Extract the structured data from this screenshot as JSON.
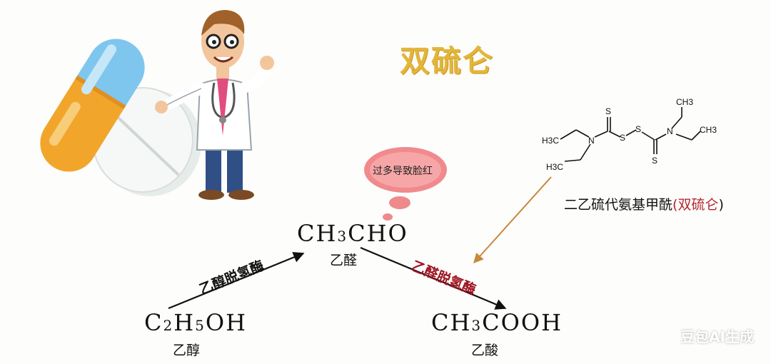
{
  "title": "双硫仑",
  "thought_bubble": "过多导致脸红",
  "compounds": {
    "ethanol": {
      "c": "C",
      "n1": "2",
      "h": "H",
      "n2": "5",
      "tail": "OH",
      "name": "乙醇"
    },
    "acetaldehyde": {
      "head": "CH",
      "n1": "3",
      "tail": "CHO",
      "name": "乙醛"
    },
    "acetic_acid": {
      "head": "CH",
      "n1": "3",
      "tail": "COOH",
      "name": "乙酸"
    }
  },
  "enzymes": {
    "adh": "乙醇脱氢酶",
    "aldh": "乙醛脱氢酶"
  },
  "drug": {
    "name": "二乙硫代氨基甲酰",
    "paren_open": "(",
    "alias": "双硫仑",
    "paren_close": ")"
  },
  "structure_labels": {
    "s_top_left": "S",
    "s_link_1": "S",
    "s_link_2": "S",
    "s_bottom": "S",
    "n_left": "N",
    "n_right": "N",
    "h3c_top": "H3C",
    "h3c_bottom": "H3C",
    "ch3_top": "CH3",
    "ch3_right": "CH3"
  },
  "watermark": "豆包AI生成",
  "colors": {
    "title": "#e3b53a",
    "enzyme_aldh": "#9e1420",
    "drug_alias": "#b32630",
    "inhibit_arrow": "#c7883c",
    "bubble": "#f08a8c"
  },
  "icons": [
    "capsule-icon",
    "tablet-icon",
    "doctor-cartoon-icon"
  ]
}
